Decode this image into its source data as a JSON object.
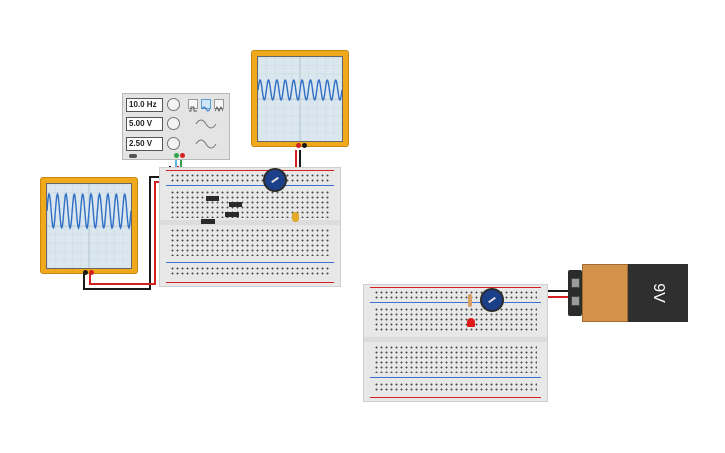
{
  "function_generator": {
    "frequency": "10.0 Hz",
    "amplitude": "5.00 V",
    "dc_offset": "2.50 V"
  },
  "battery": {
    "label": "9V"
  },
  "colors": {
    "scope_frame": "#f0a91b",
    "scope_screen": "#dbe7ee",
    "trace": "#2f6fc6",
    "wire_red": "#d42020",
    "wire_black": "#1a1a1a",
    "wire_green": "#2ea34a",
    "potentiometer": "#1c3f8a",
    "battery_body": "#2f2f2f",
    "battery_cap": "#d5924a"
  },
  "icons": {
    "square_wave": "square-wave-icon",
    "sine_wave": "sine-wave-icon",
    "triangle_wave": "triangle-wave-icon"
  }
}
